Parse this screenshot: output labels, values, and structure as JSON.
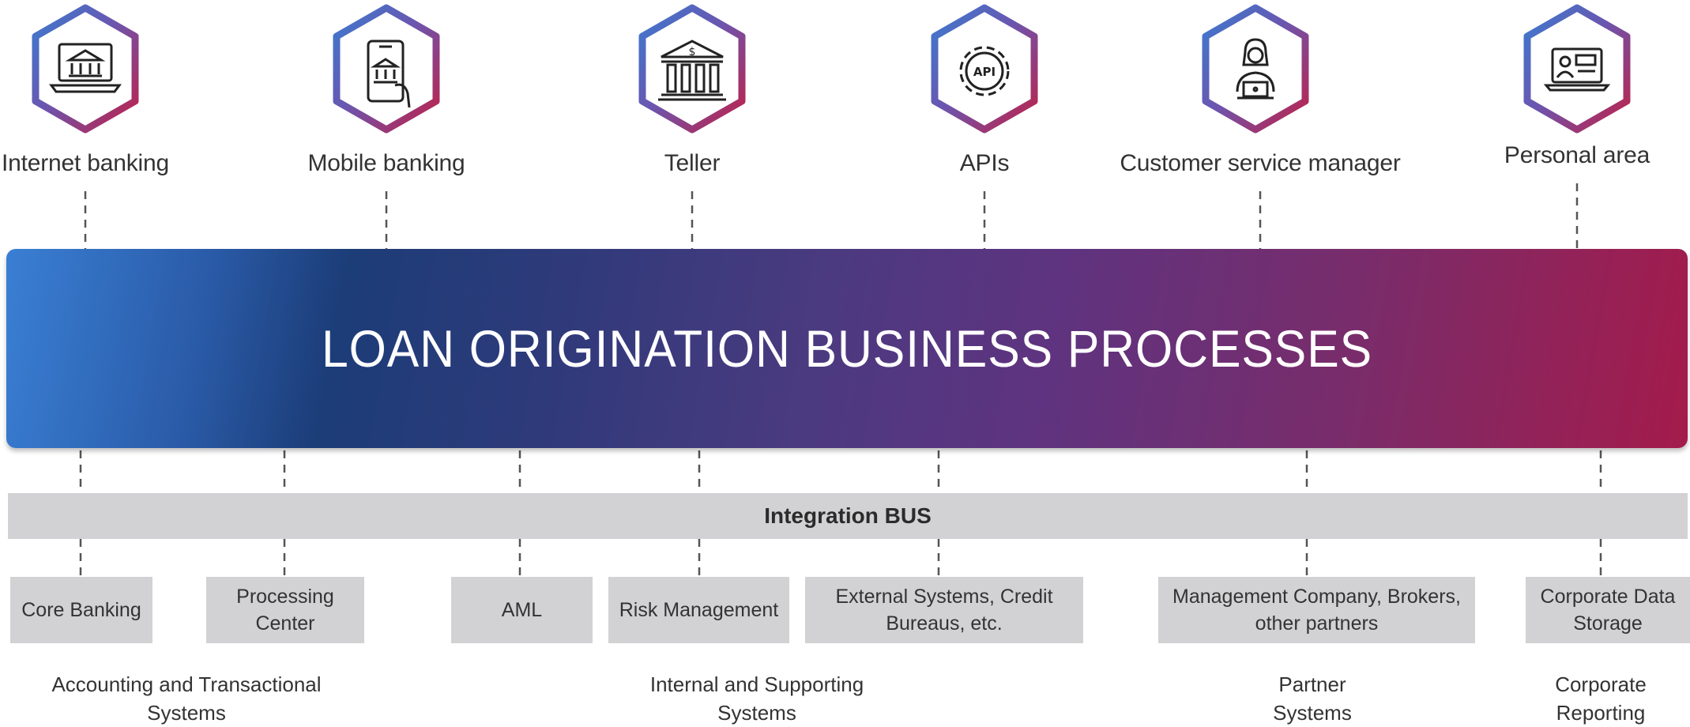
{
  "channels": [
    {
      "label": "Internet banking",
      "icon": "laptop-bank-icon"
    },
    {
      "label": "Mobile banking",
      "icon": "mobile-bank-icon"
    },
    {
      "label": "Teller",
      "icon": "bank-building-icon"
    },
    {
      "label": "APIs",
      "icon": "api-gear-icon"
    },
    {
      "label": "Customer service manager",
      "icon": "service-manager-icon"
    },
    {
      "label": "Personal area",
      "icon": "personal-area-icon"
    }
  ],
  "banner": {
    "title": "LOAN ORIGINATION BUSINESS PROCESSES"
  },
  "bus": {
    "label": "Integration BUS"
  },
  "systems": [
    {
      "line1": "Core Banking",
      "line2": ""
    },
    {
      "line1": "Processing",
      "line2": "Center"
    },
    {
      "line1": "AML",
      "line2": ""
    },
    {
      "line1": "Risk Management",
      "line2": ""
    },
    {
      "line1": "External Systems, Credit",
      "line2": "Bureaus, etc."
    },
    {
      "line1": "Management Company, Brokers,",
      "line2": "other partners"
    },
    {
      "line1": "Corporate Data",
      "line2": "Storage"
    }
  ],
  "groups": [
    {
      "line1": "Accounting and Transactional",
      "line2": "Systems"
    },
    {
      "line1": "Internal and Supporting",
      "line2": "Systems"
    },
    {
      "line1": "Partner",
      "line2": "Systems"
    },
    {
      "line1": "Corporate",
      "line2": "Reporting"
    }
  ],
  "colors": {
    "gradient_start": "#3a7fd4",
    "gradient_mid": "#1c3d78",
    "gradient_end": "#a41b4b",
    "bus": "#d2d2d4"
  }
}
